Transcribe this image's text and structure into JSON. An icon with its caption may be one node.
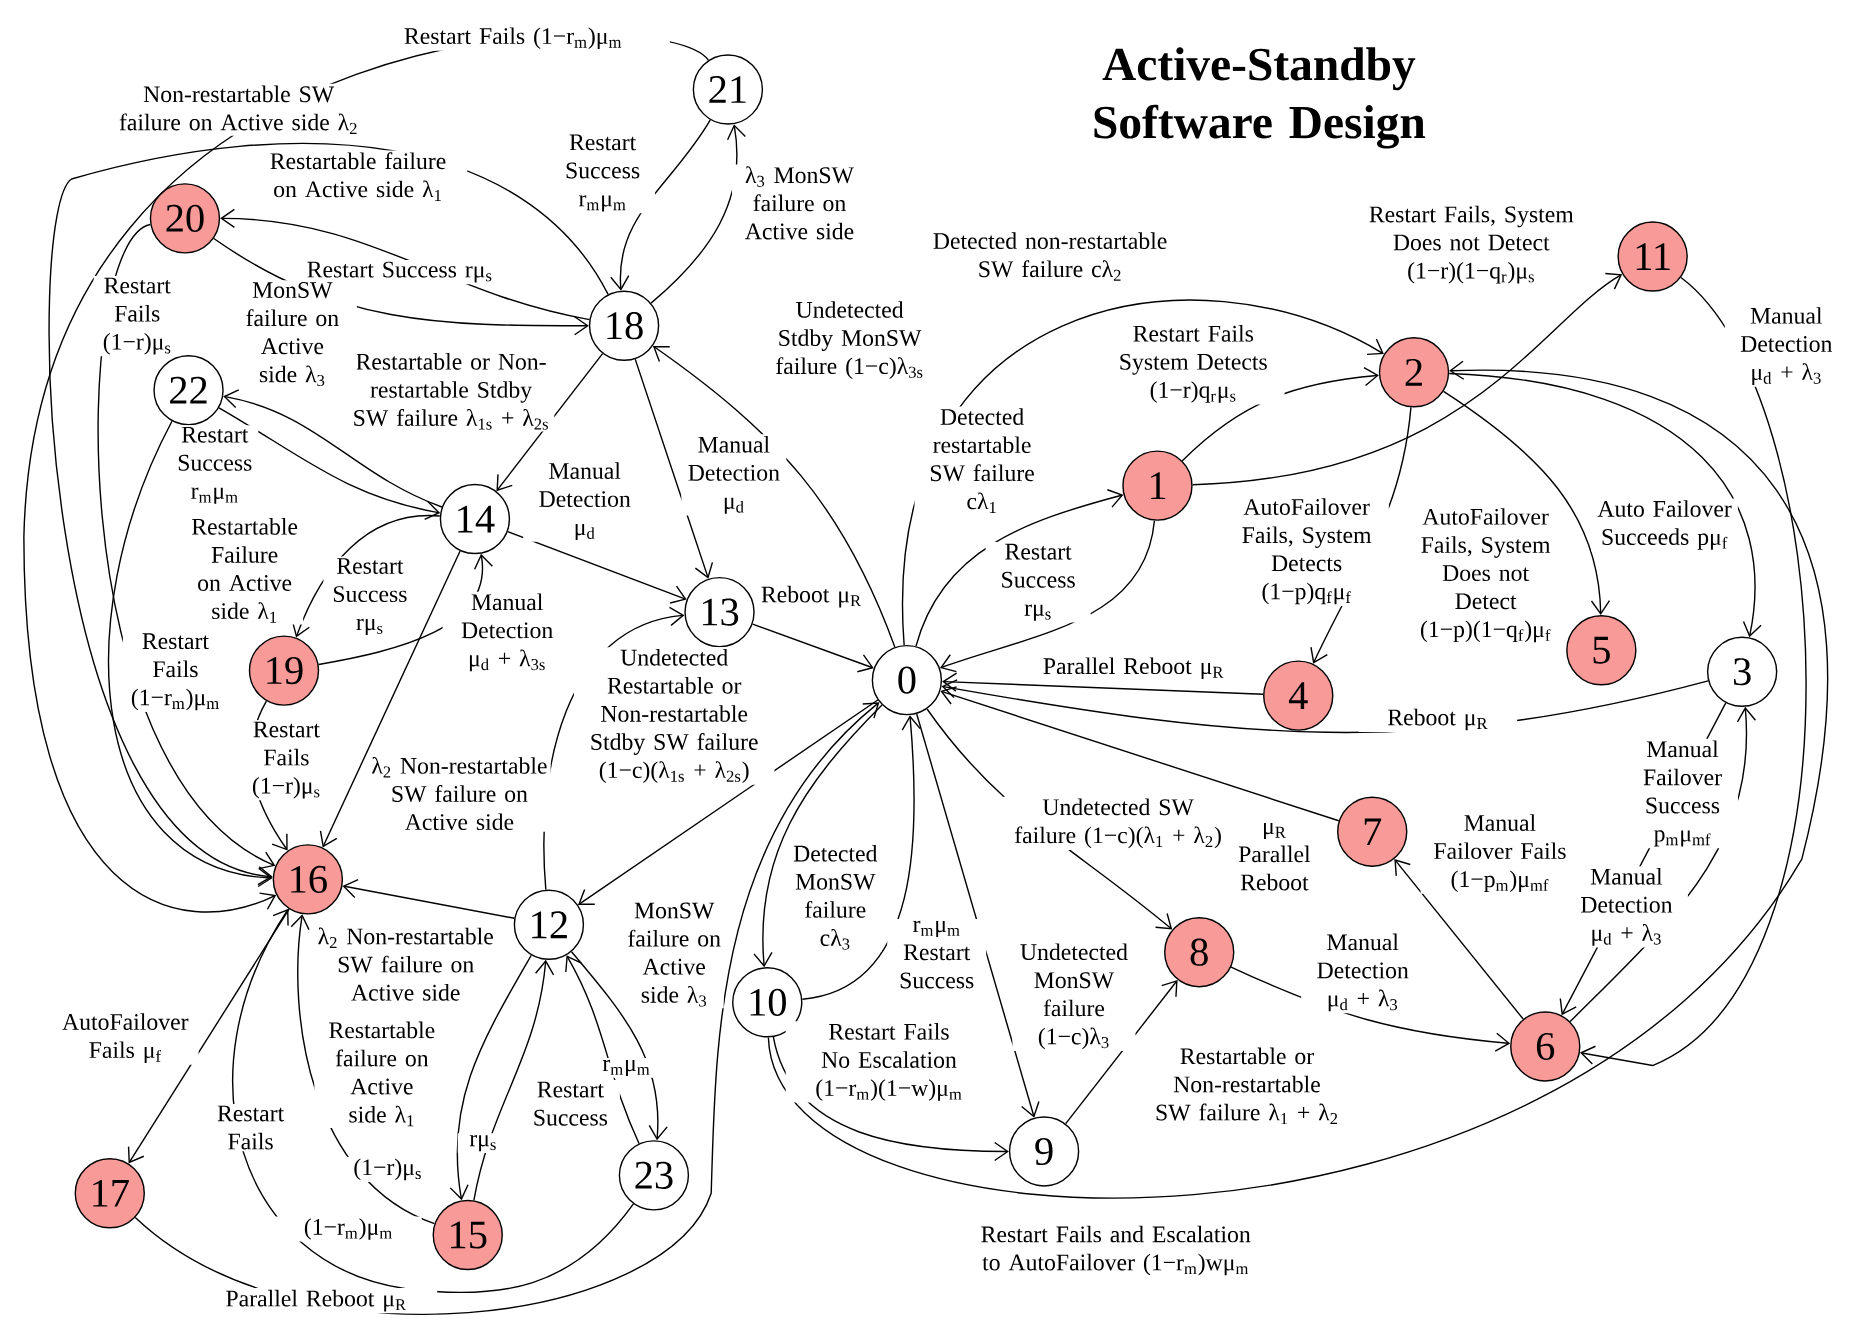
{
  "diagram": {
    "title": "Active-Standby Software Design",
    "nodes": [
      {
        "text": [
          "0"
        ]
      },
      {
        "text": [
          "1"
        ]
      },
      {
        "text": [
          "2"
        ]
      },
      {
        "text": [
          "3"
        ]
      },
      {
        "text": [
          "4"
        ]
      },
      {
        "text": [
          "5"
        ]
      },
      {
        "text": [
          "6"
        ]
      },
      {
        "text": [
          "7"
        ]
      },
      {
        "text": [
          "8"
        ]
      },
      {
        "text": [
          "9"
        ]
      },
      {
        "text": [
          "10"
        ]
      },
      {
        "text": [
          "11"
        ]
      },
      {
        "text": [
          "12"
        ]
      },
      {
        "text": [
          "13"
        ]
      },
      {
        "text": [
          "14"
        ]
      },
      {
        "text": [
          "15"
        ]
      },
      {
        "text": [
          "16"
        ]
      },
      {
        "text": [
          "17"
        ]
      },
      {
        "text": [
          "18"
        ]
      },
      {
        "text": [
          "19"
        ]
      },
      {
        "text": [
          "20"
        ]
      },
      {
        "text": [
          "21"
        ]
      },
      {
        "text": [
          "22"
        ]
      },
      {
        "text": [
          "23"
        ]
      }
    ],
    "edges": [
      {
        "from": 0,
        "to": 1,
        "arrow": "to",
        "label": "Detected restartable SW failure cλ$_{1}$"
      },
      {
        "from": 1,
        "to": 0,
        "arrow": "to",
        "label": "Restart Success rμ$_{s}$"
      },
      {
        "from": 0,
        "to": 2,
        "arrow": "to",
        "label": "Detected non-restartable SW failure cλ$_{2}$"
      },
      {
        "from": 1,
        "to": 2,
        "arrow": "to",
        "label": "Restart Fails System Detects (1−r)q$_{r}$μ$_{s}$"
      },
      {
        "from": 1,
        "to": 11,
        "arrow": "to",
        "label": "Restart Fails, System Does not Detect (1−r)(1−q$_{r}$)μ$_{s}$"
      },
      {
        "from": 2,
        "to": 4,
        "arrow": "to",
        "label": "AutoFailover Fails, System Detects (1−p)q$_{f}$μ$_{f}$"
      },
      {
        "from": 2,
        "to": 5,
        "arrow": "to",
        "label": "AutoFailover Fails, System Does not Detect (1−p)(1−q$_{f}$)μ$_{f}$"
      },
      {
        "from": 2,
        "to": 3,
        "arrow": "to",
        "label": "Auto Failover Succeeds pμ$_{f}$"
      },
      {
        "from": 11,
        "to": 6,
        "arrow": "to",
        "label": "Manual Detection μ$_{d}$ + λ$_{3}$"
      },
      {
        "from": 10,
        "to": 2,
        "arrow": "to",
        "label": "Restart Fails and Escalation to AutoFailover (1−r$_{m}$)wμ$_{m}$"
      },
      {
        "from": 3,
        "to": 0,
        "arrow": "to",
        "label": "Reboot μ$_{R}$"
      },
      {
        "from": 4,
        "to": 0,
        "arrow": "to",
        "label": "Parallel Reboot μ$_{R}$"
      },
      {
        "from": 7,
        "to": 0,
        "arrow": "to",
        "label": "μ$_{R}$ Parallel Reboot"
      },
      {
        "from": 6,
        "to": 7,
        "arrow": "to",
        "label": "Manual Failover Fails (1−p$_{m}$)μ$_{mf}$"
      },
      {
        "from": 6,
        "to": 3,
        "arrow": "to",
        "label": "Manual Failover Success p$_{m}$μ$_{mf}$"
      },
      {
        "from": 3,
        "to": 6,
        "arrow": "to",
        "label": "Manual Detection μ$_{d}$ + λ$_{3}$"
      },
      {
        "from": 0,
        "to": 8,
        "arrow": "to",
        "label": "Undetected SW failure (1−c)(λ$_{1}$ + λ$_{2}$)"
      },
      {
        "from": 8,
        "to": 6,
        "arrow": "to",
        "label": "Manual Detection μ$_{d}$ + λ$_{3}$"
      },
      {
        "from": 0,
        "to": 9,
        "arrow": "to",
        "label": "Undetected MonSW failure (1−c)λ$_{3}$"
      },
      {
        "from": 9,
        "to": 8,
        "arrow": "to",
        "label": "Restartable or Non-restartable SW failure λ$_{1}$ + λ$_{2}$"
      },
      {
        "from": 0,
        "to": 10,
        "arrow": "to",
        "label": "Detected MonSW failure cλ$_{3}$"
      },
      {
        "from": 10,
        "to": 0,
        "arrow": "to",
        "label": "r$_{m}$μ$_{m}$ Restart Success"
      },
      {
        "from": 10,
        "to": 9,
        "arrow": "to",
        "label": "Restart Fails No Escalation (1−r$_{m}$)(1−w)μ$_{m}$"
      },
      {
        "from": 0,
        "to": 18,
        "arrow": "to",
        "label": "Undetected Stdby MonSW failure (1−c)λ$_{3s}$"
      },
      {
        "from": 18,
        "to": 13,
        "arrow": "to",
        "label": "Manual Detection μ$_{d}$"
      },
      {
        "from": 13,
        "to": 0,
        "arrow": "to",
        "label": "Reboot μ$_{R}$"
      },
      {
        "from": 0,
        "to": 12,
        "arrow": "to",
        "label": "Undetected Restartable or Non-restartable Stdby SW failure (1−c)(λ$_{1s}$ + λ$_{2s}$)"
      },
      {
        "from": 12,
        "to": 13,
        "arrow": "to",
        "label": "Manual Detection μ$_{d}$ + λ$_{3s}$"
      },
      {
        "from": 18,
        "to": 14,
        "arrow": "to",
        "label": "Restartable or Non-restartable Stdby SW failure λ$_{1s}$ + λ$_{2s}$"
      },
      {
        "from": 14,
        "to": 13,
        "arrow": "to",
        "label": "Manual Detection μ$_{d}$"
      },
      {
        "from": 18,
        "to": 20,
        "arrow": "to",
        "label": "Restartable failure on Active side λ$_{1}$"
      },
      {
        "from": 20,
        "to": 18,
        "arrow": "to",
        "label": "Restart Success rμ$_{s}$"
      },
      {
        "from": 20,
        "to": 16,
        "arrow": "to",
        "label": "Restart Fails (1−r)μ$_{s}$"
      },
      {
        "from": 18,
        "to": 16,
        "arrow": "to",
        "label": "Non-restartable SW failure on Active side λ$_{2}$"
      },
      {
        "from": 21,
        "to": 16,
        "arrow": "to",
        "label": "Restart Fails (1−r$_{m}$)μ$_{m}$"
      },
      {
        "from": 21,
        "to": 18,
        "arrow": "to",
        "label": "Restart Success r$_{m}$μ$_{m}$"
      },
      {
        "from": 18,
        "to": 21,
        "arrow": "to",
        "label": "λ$_{3}$ MonSW failure on Active side"
      },
      {
        "from": 14,
        "to": 22,
        "arrow": "to",
        "label": "MonSW failure on Active side λ$_{3}$"
      },
      {
        "from": 22,
        "to": 14,
        "arrow": "to",
        "label": "Restart Success r$_{m}$μ$_{m}$"
      },
      {
        "from": 22,
        "to": 16,
        "arrow": "to",
        "label": "Restart Fails (1−r$_{m}$)μ$_{m}$"
      },
      {
        "from": 14,
        "to": 19,
        "arrow": "to",
        "label": "Restartable Failure on Active side λ$_{1}$"
      },
      {
        "from": 19,
        "to": 14,
        "arrow": "to",
        "label": "Restart Success rμ$_{s}$"
      },
      {
        "from": 19,
        "to": 16,
        "arrow": "to",
        "label": "Restart Fails (1−r)μ$_{s}$"
      },
      {
        "from": 14,
        "to": 16,
        "arrow": "to",
        "label": "λ$_{2}$ Non-restartable SW failure on Active side"
      },
      {
        "from": 12,
        "to": 16,
        "arrow": "to",
        "label": "λ$_{2}$ Non-restartable SW failure on Active side"
      },
      {
        "from": 12,
        "to": 15,
        "arrow": "to",
        "label": "Restartable failure on Active side λ$_{1}$"
      },
      {
        "from": 15,
        "to": 12,
        "arrow": "to",
        "label": "rμ$_{s}$"
      },
      {
        "from": 15,
        "to": 16,
        "arrow": "to",
        "label": "(1−r)μ$_{s}$"
      },
      {
        "from": 12,
        "to": 23,
        "arrow": "to",
        "label": "MonSW failure on Active side λ$_{3}$"
      },
      {
        "from": 23,
        "to": 12,
        "arrow": "to",
        "label": "r$_{m}$μ$_{m}$"
      },
      {
        "from": 23,
        "to": 16,
        "arrow": "to",
        "label": "(1−r$_{m}$)μ$_{m}$"
      },
      {
        "from": 16,
        "to": 17,
        "arrow": "to",
        "label": "AutoFailover Fails μ$_{f}$"
      },
      {
        "from": 17,
        "to": 0,
        "arrow": "to",
        "label": "Parallel Reboot μ$_{R}$"
      }
    ],
    "labels": [
      "Restart Fails",
      "Restart Success"
    ]
  }
}
